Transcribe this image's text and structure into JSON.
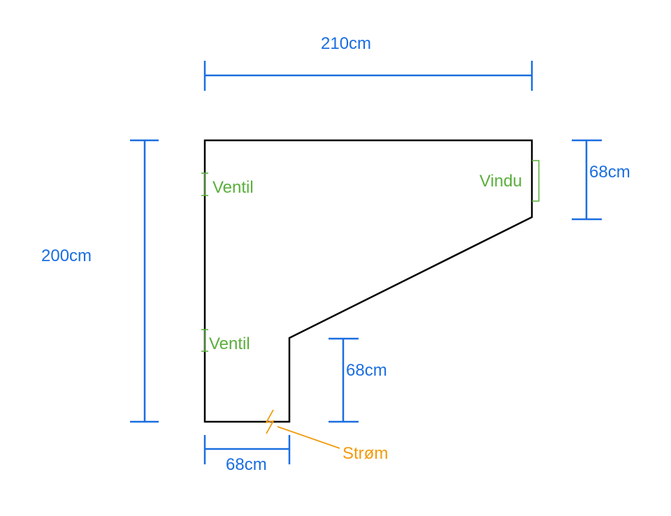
{
  "colors": {
    "dimension": "#1a6ee0",
    "outline": "#000000",
    "vent_window": "#5aaf3c",
    "power": "#f29a0b"
  },
  "dimensions": {
    "top_width": "210cm",
    "left_height": "200cm",
    "right_height": "68cm",
    "inner_height": "68cm",
    "bottom_width": "68cm"
  },
  "features": {
    "vent_upper": "Ventil",
    "vent_lower": "Ventil",
    "window": "Vindu",
    "power": "Strøm"
  }
}
